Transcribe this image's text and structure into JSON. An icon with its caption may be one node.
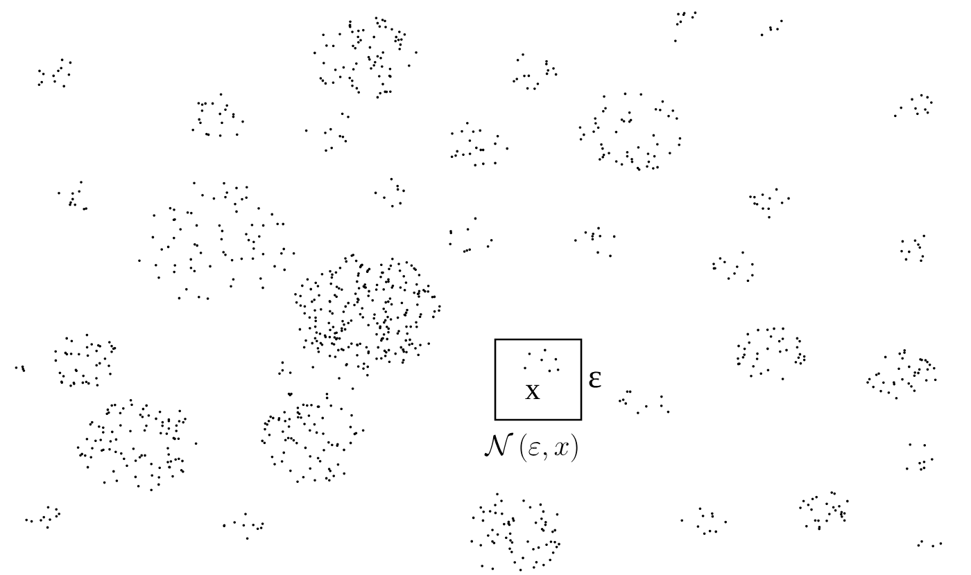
{
  "diagram": {
    "nodes": [
      {
        "text": [
          "x"
        ],
        "beside": [
          "ε",
          "\\mathcal{N}\\,(\\varepsilon,x)"
        ]
      }
    ]
  }
}
